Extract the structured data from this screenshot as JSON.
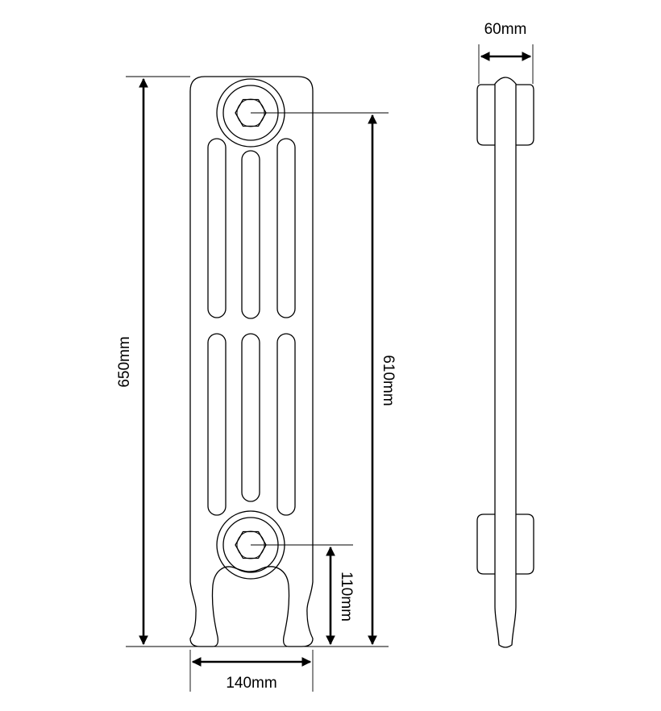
{
  "diagram": {
    "dimensions": {
      "height_total": "650mm",
      "height_centres": "610mm",
      "height_inlet": "110mm",
      "width": "140mm",
      "depth": "60mm"
    },
    "views": [
      "front",
      "side"
    ],
    "colors": {
      "line": "#000000",
      "background": "#ffffff"
    }
  }
}
